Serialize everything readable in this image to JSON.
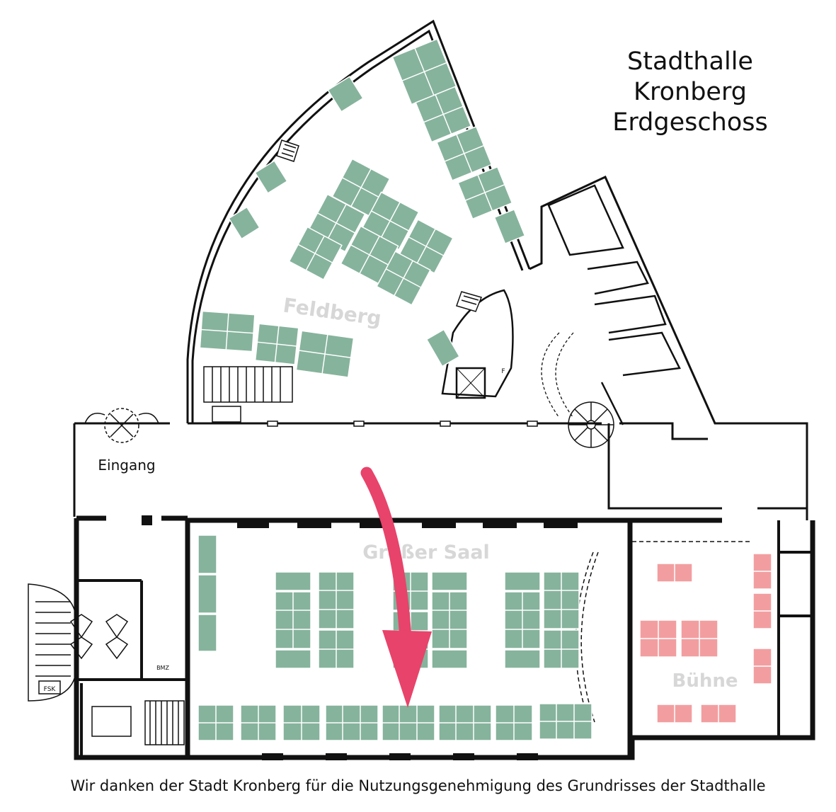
{
  "title_lines": [
    "Stadthalle",
    "Kronberg",
    "Erdgeschoss"
  ],
  "rooms": {
    "feldberg": "Feldberg",
    "grosser_saal": "Großer Saal",
    "buehne": "Bühne",
    "eingang": "Eingang"
  },
  "small_labels": {
    "fsk": "FSK",
    "bmz": "BMZ",
    "f": "F"
  },
  "caption": "Wir danken der Stadt Kronberg für die Nutzungsgenehmigung des Grundrisses der Stadthalle",
  "colors": {
    "table_green": "#86b39c",
    "table_pink": "#f29ea0",
    "arrow": "#e8436a",
    "wall": "#111111",
    "room_label": "#d7d7d7"
  }
}
